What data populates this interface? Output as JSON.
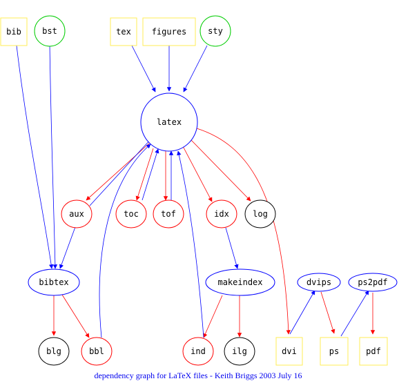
{
  "caption": "dependency graph for LaTeX files - Keith Briggs 2003 July 16",
  "colors": {
    "blue": "#0000ff",
    "red": "#ff0000",
    "green": "#00cc00",
    "yellow": "#ffee55",
    "black": "#000000",
    "caption": "#0000ee"
  },
  "nodes": {
    "bib": "bib",
    "bst": "bst",
    "tex": "tex",
    "figures": "figures",
    "sty": "sty",
    "latex": "latex",
    "aux": "aux",
    "toc": "toc",
    "tof": "tof",
    "idx": "idx",
    "log": "log",
    "bibtex": "bibtex",
    "makeindex": "makeindex",
    "dvips": "dvips",
    "ps2pdf": "ps2pdf",
    "blg": "blg",
    "bbl": "bbl",
    "ind": "ind",
    "ilg": "ilg",
    "dvi": "dvi",
    "ps": "ps",
    "pdf": "pdf"
  }
}
